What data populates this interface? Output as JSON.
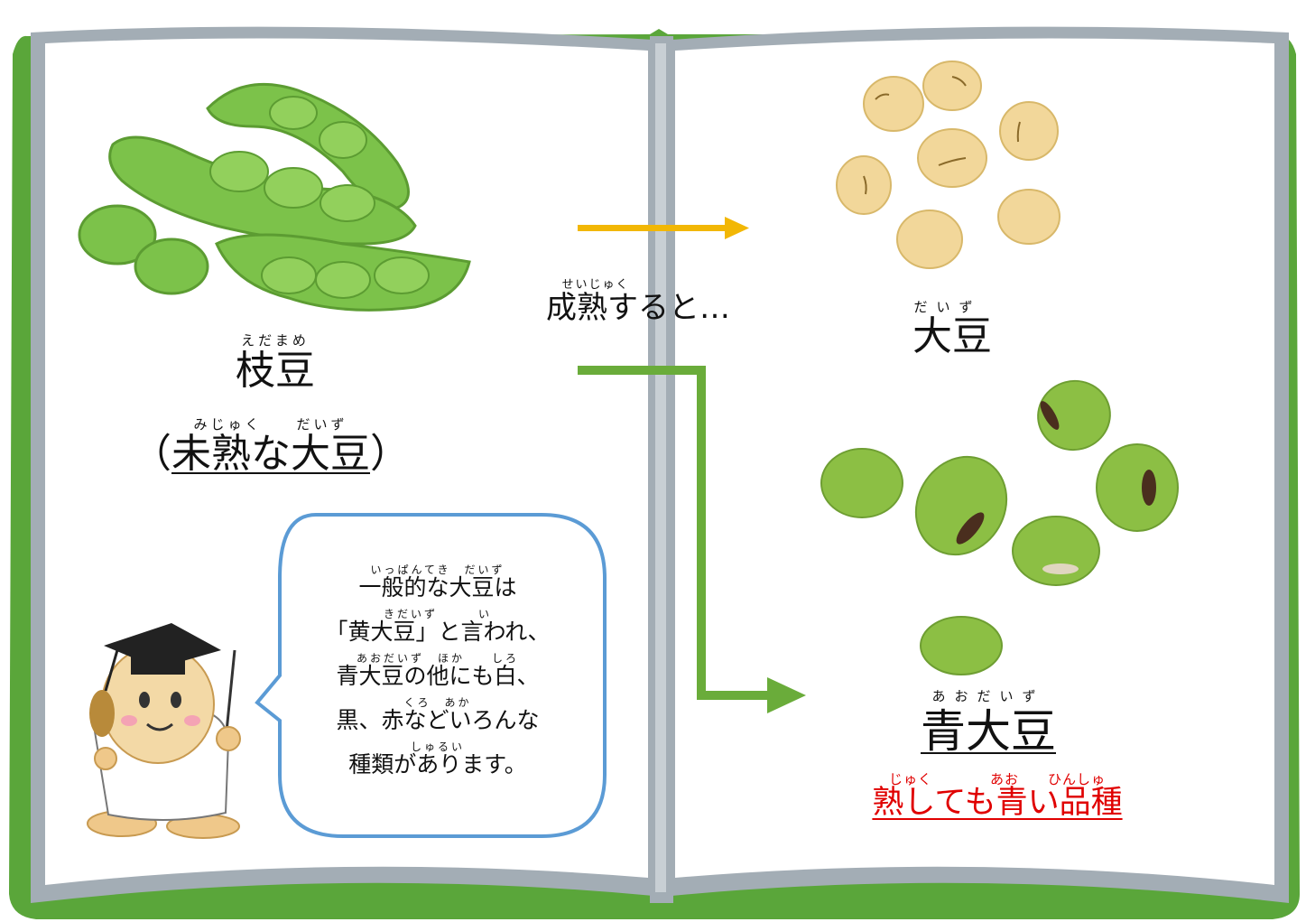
{
  "colors": {
    "book_cover": "#5aa63a",
    "page_edge": "#9aa5ad",
    "arrow_yellow": "#f2b705",
    "arrow_green": "#6aac3a",
    "bubble_border": "#5b9bd5",
    "accent_red": "#e00000"
  },
  "icons": [
    "edamame-pods-illustration",
    "yellow-soybeans-illustration",
    "green-soybeans-illustration",
    "professor-bean-mascot",
    "right-arrow-icon"
  ],
  "left": {
    "edamame": {
      "ruby": "えだまめ",
      "name": "枝豆"
    },
    "note": {
      "ruby": "みじゅく　　だいず",
      "text_open": "（",
      "text_main": "未熟な大豆",
      "text_close": "）"
    }
  },
  "middle": {
    "ruby": "せいじゅく",
    "text": "成熟すると…"
  },
  "right": {
    "yellow": {
      "ruby": "だいず",
      "name": "大豆"
    },
    "green": {
      "ruby": "あおだいず",
      "name": "青大豆"
    },
    "green_note": {
      "ruby": "じゅく　　　　あお　　ひんしゅ",
      "text": "熟しても青い品種"
    }
  },
  "bubble": {
    "lines": [
      {
        "ruby": "いっぱんてき　だいず",
        "text": "一般的な大豆は"
      },
      {
        "ruby": "きだいず　　　い",
        "text": "「黄大豆」と言われ、"
      },
      {
        "ruby": "あおだいず　ほか　　しろ",
        "text": "青大豆の他にも白、"
      },
      {
        "ruby": "くろ　あか",
        "text": "黒、赤などいろんな"
      },
      {
        "ruby": "しゅるい",
        "text": "種類があります。"
      }
    ]
  }
}
